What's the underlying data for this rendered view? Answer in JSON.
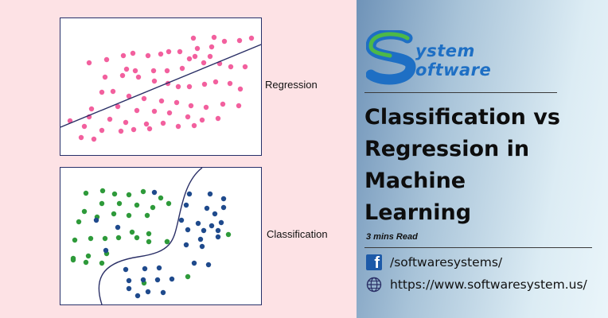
{
  "regression_panel": {
    "label": "Regression",
    "point_color": "#f2609e",
    "line_color": "#2a2f66"
  },
  "classification_panel": {
    "label": "Classification",
    "class_a_color": "#2e9a3a",
    "class_b_color": "#1f4a8c",
    "boundary_color": "#2a2f66"
  },
  "logo": {
    "line1": "ystem",
    "line2": "oftware",
    "mark_icon": "s-logo-icon",
    "colors": {
      "blue": "#1e6fc4",
      "green": "#4db848"
    }
  },
  "article": {
    "title_lines": [
      "Classification vs",
      "Regression in",
      "Machine",
      "Learning"
    ],
    "read_time": "3 mins Read"
  },
  "contact": {
    "facebook_icon": "facebook-icon",
    "facebook_handle": "/softwaresystems/",
    "globe_icon": "globe-icon",
    "website": "https://www.softwaresystem.us/"
  }
}
